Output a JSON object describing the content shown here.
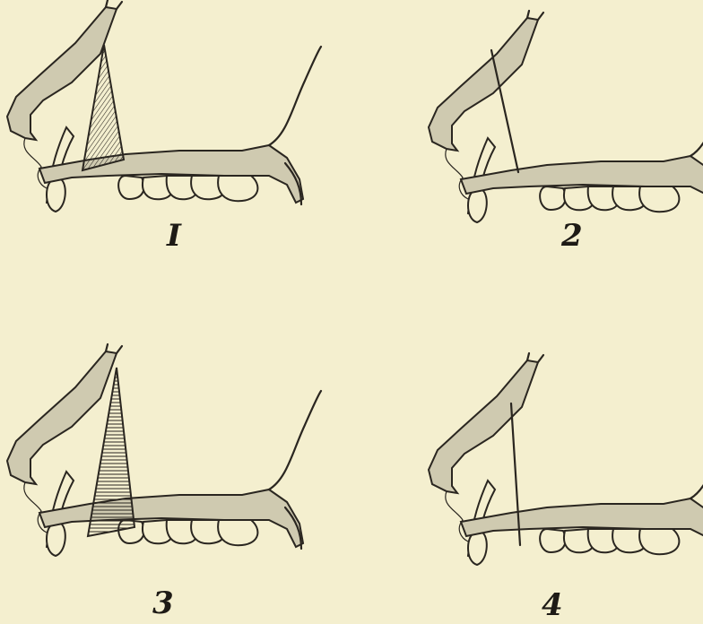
{
  "figures": [
    {
      "label": "I",
      "hatched_gap": true
    },
    {
      "label": "2",
      "hatched_gap": false
    },
    {
      "label": "3",
      "hatched_gap": true
    },
    {
      "label": "4",
      "hatched_gap": false
    }
  ],
  "colors": {
    "paper": "#f4efcf",
    "ink": "#2a2620",
    "bone_fill": "#cfcab0"
  }
}
